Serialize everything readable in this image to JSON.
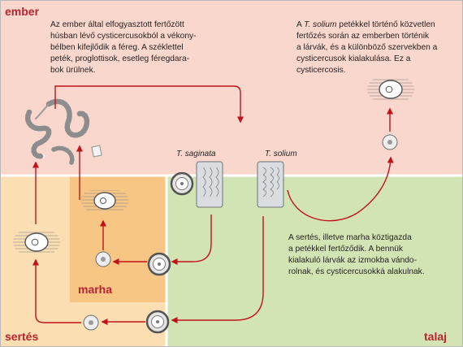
{
  "zones": {
    "human": "ember",
    "cattle": "marha",
    "pig": "sertés",
    "soil": "talaj"
  },
  "species": {
    "saginata": "T. saginata",
    "solium": "T. solium"
  },
  "texts": {
    "human_infection": [
      "Az ember által elfogyasztott fertőzött",
      "húsban lévő cysticercusokból a vékony-",
      "bélben kifejlődik a féreg. A széklettel",
      "peték, proglottisok, esetleg féregdara-",
      "bok ürülnek."
    ],
    "direct_infection": {
      "prefix": "A ",
      "species": "T. solium",
      "lines": [
        " petékkel történő közvetlen",
        "fertőzés során az emberben történik",
        "a lárvák, és a különböző szervekben a",
        "cysticercusok kialakulása. Ez a",
        "cysticercosis."
      ]
    },
    "animal_infection": [
      "A sertés, illetve marha köztigazda",
      "a petékkel fertőződik. A bennük",
      "kialakuló lárvák az izmokba vándo-",
      "rolnak, és cysticercusokká alakulnak."
    ]
  },
  "colors": {
    "human_bg": "#f9d7cc",
    "pig_bg": "#fbdfb2",
    "cattle_bg": "#f8c684",
    "soil_bg": "#d3e4b4",
    "arrow": "#c1121c",
    "zone_label": "#b8232f"
  }
}
